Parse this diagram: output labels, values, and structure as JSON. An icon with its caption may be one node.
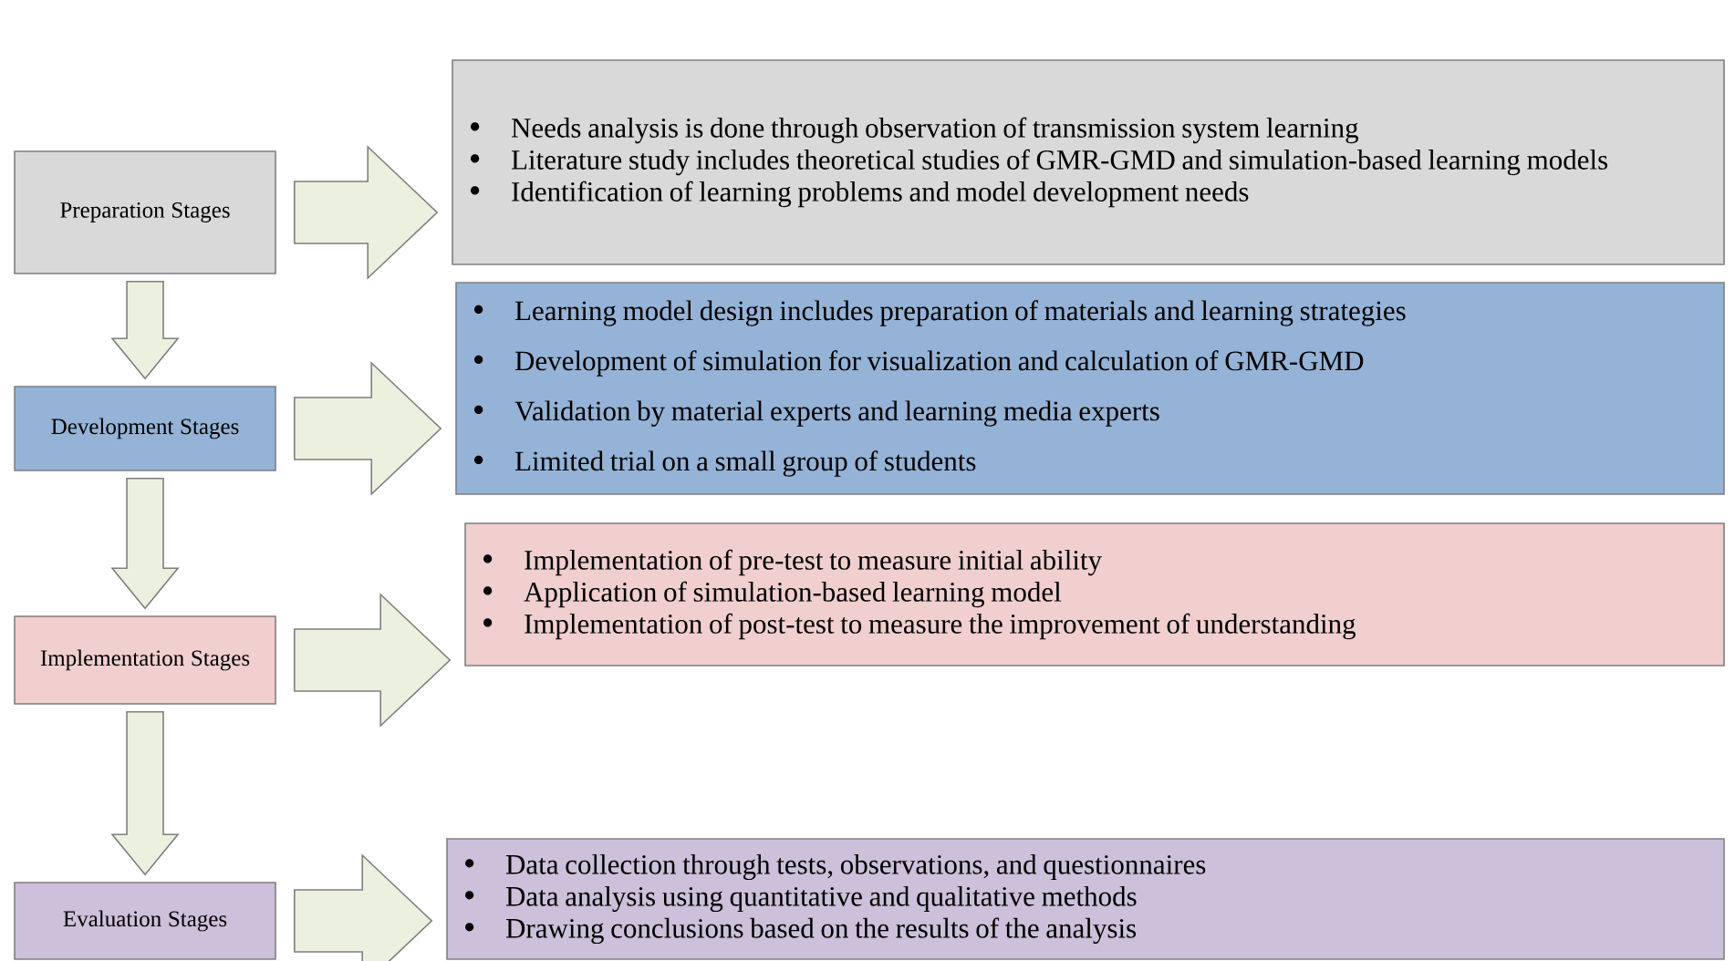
{
  "diagram": {
    "nodes": [
      {
        "text": [
          "Preparation Stages"
        ]
      },
      {
        "text": [
          "Needs analysis is done through observation of transmission system learning",
          "Literature study includes theoretical studies of GMR-GMD and simulation-based learning models",
          "Identification of learning problems and model development needs"
        ]
      },
      {
        "text": [
          "Development Stages"
        ]
      },
      {
        "text": [
          "Learning model design includes preparation of materials and learning strategies",
          "Development of simulation for visualization and calculation of GMR-GMD",
          "Validation by material experts and learning media experts",
          "Limited trial on a small group of students"
        ]
      },
      {
        "text": [
          "Implementation Stages"
        ]
      },
      {
        "text": [
          "Implementation of pre-test to measure initial ability",
          "Application of simulation-based learning model",
          "Implementation of post-test to measure the improvement of understanding"
        ]
      },
      {
        "text": [
          "Evaluation Stages"
        ]
      },
      {
        "text": [
          "Data collection through tests, observations, and questionnaires",
          "Data analysis using quantitative and qualitative methods",
          "Drawing conclusions based on the results of the analysis"
        ]
      }
    ],
    "edges": [
      {
        "from": 0,
        "to": 1,
        "arrow": "to"
      },
      {
        "from": 0,
        "to": 2,
        "arrow": "to"
      },
      {
        "from": 2,
        "to": 3,
        "arrow": "to"
      },
      {
        "from": 2,
        "to": 4,
        "arrow": "to"
      },
      {
        "from": 4,
        "to": 5,
        "arrow": "to"
      },
      {
        "from": 4,
        "to": 6,
        "arrow": "to"
      },
      {
        "from": 6,
        "to": 7,
        "arrow": "to"
      }
    ]
  }
}
